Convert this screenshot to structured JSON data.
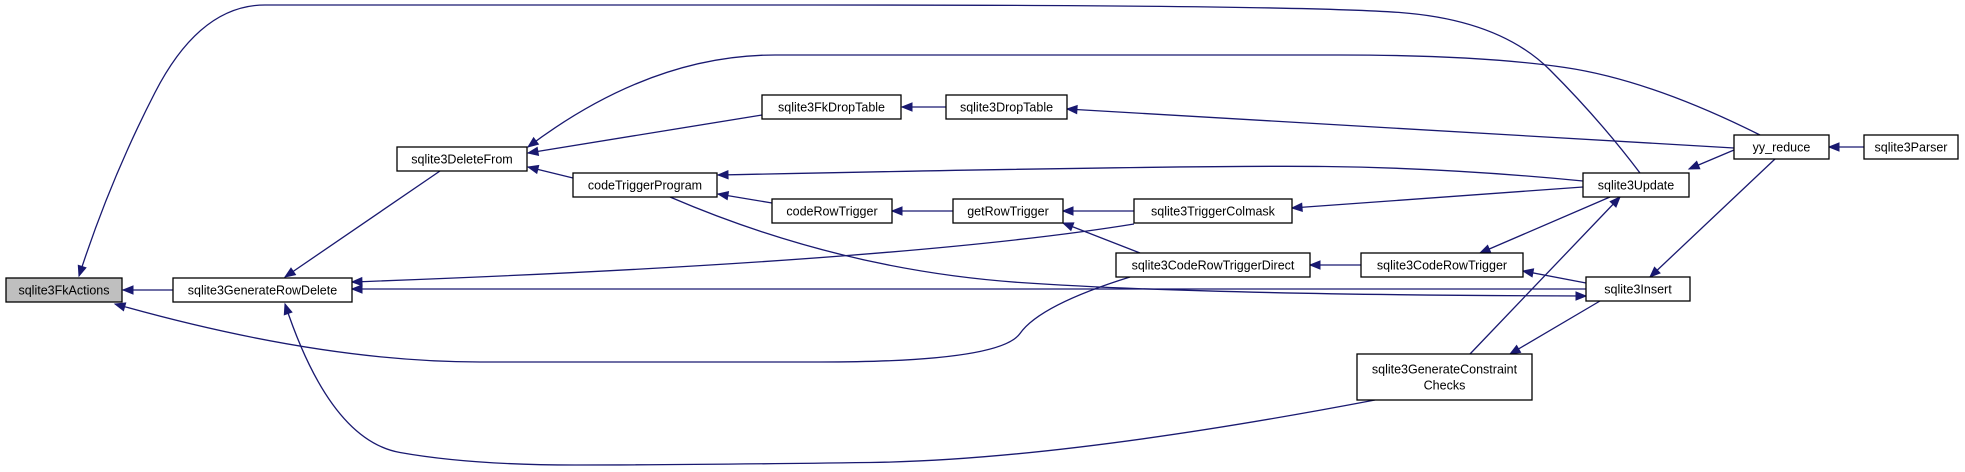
{
  "graph": {
    "nodes": [
      {
        "id": "fkactions",
        "label": [
          "sqlite3FkActions"
        ],
        "highlighted": true
      },
      {
        "id": "genrowdelete",
        "label": [
          "sqlite3GenerateRowDelete"
        ]
      },
      {
        "id": "deletefrom",
        "label": [
          "sqlite3DeleteFrom"
        ]
      },
      {
        "id": "codetriggerprogram",
        "label": [
          "codeTriggerProgram"
        ]
      },
      {
        "id": "fkdroptable",
        "label": [
          "sqlite3FkDropTable"
        ]
      },
      {
        "id": "droptable",
        "label": [
          "sqlite3DropTable"
        ]
      },
      {
        "id": "coderowtrigger",
        "label": [
          "codeRowTrigger"
        ]
      },
      {
        "id": "getrowtrigger",
        "label": [
          "getRowTrigger"
        ]
      },
      {
        "id": "triggercolmask",
        "label": [
          "sqlite3TriggerColmask"
        ]
      },
      {
        "id": "coderowtriggerdirect",
        "label": [
          "sqlite3CodeRowTriggerDirect"
        ]
      },
      {
        "id": "coderowtrigger3",
        "label": [
          "sqlite3CodeRowTrigger"
        ]
      },
      {
        "id": "update",
        "label": [
          "sqlite3Update"
        ]
      },
      {
        "id": "insert",
        "label": [
          "sqlite3Insert"
        ]
      },
      {
        "id": "genconstraint",
        "label": [
          "sqlite3GenerateConstraint",
          "Checks"
        ]
      },
      {
        "id": "yyreduce",
        "label": [
          "yy_reduce"
        ]
      },
      {
        "id": "parser",
        "label": [
          "sqlite3Parser"
        ]
      }
    ],
    "edges": [
      {
        "from": "genrowdelete",
        "to": "fkactions"
      },
      {
        "from": "update",
        "to": "fkactions"
      },
      {
        "from": "coderowtriggerdirect",
        "to": "fkactions"
      },
      {
        "from": "deletefrom",
        "to": "genrowdelete"
      },
      {
        "from": "triggercolmask",
        "to": "genrowdelete"
      },
      {
        "from": "insert",
        "to": "genrowdelete"
      },
      {
        "from": "genconstraint",
        "to": "genrowdelete"
      },
      {
        "from": "yyreduce",
        "to": "deletefrom"
      },
      {
        "from": "fkdroptable",
        "to": "deletefrom"
      },
      {
        "from": "codetriggerprogram",
        "to": "deletefrom"
      },
      {
        "from": "droptable",
        "to": "fkdroptable"
      },
      {
        "from": "yyreduce",
        "to": "droptable"
      },
      {
        "from": "update",
        "to": "codetriggerprogram"
      },
      {
        "from": "coderowtrigger",
        "to": "codetriggerprogram"
      },
      {
        "from": "getrowtrigger",
        "to": "coderowtrigger"
      },
      {
        "from": "triggercolmask",
        "to": "getrowtrigger"
      },
      {
        "from": "coderowtriggerdirect",
        "to": "getrowtrigger"
      },
      {
        "from": "update",
        "to": "triggercolmask"
      },
      {
        "from": "codetriggerprogram",
        "to": "insert"
      },
      {
        "from": "coderowtrigger3",
        "to": "coderowtriggerdirect"
      },
      {
        "from": "update",
        "to": "coderowtrigger3"
      },
      {
        "from": "insert",
        "to": "coderowtrigger3"
      },
      {
        "from": "yyreduce",
        "to": "update"
      },
      {
        "from": "genconstraint",
        "to": "update"
      },
      {
        "from": "insert",
        "to": "genconstraint"
      },
      {
        "from": "yyreduce",
        "to": "insert"
      },
      {
        "from": "parser",
        "to": "yyreduce"
      }
    ],
    "colors": {
      "edge": "#191970",
      "node_border": "#000000",
      "node_fill": "#ffffff",
      "highlight_fill": "#bfbfbf",
      "text": "#000000"
    }
  }
}
